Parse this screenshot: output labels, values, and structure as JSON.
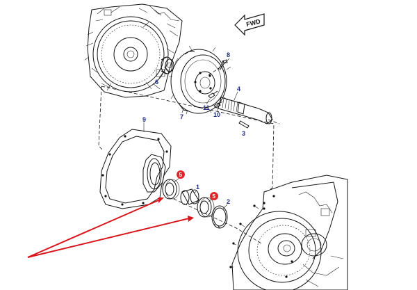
{
  "orientation": {
    "label": "FWD"
  },
  "callouts": [
    {
      "id": "c1",
      "text": "1"
    },
    {
      "id": "c2",
      "text": "2"
    },
    {
      "id": "c4",
      "text": "4"
    },
    {
      "id": "c5a",
      "text": "5"
    },
    {
      "id": "c5b",
      "text": "5"
    },
    {
      "id": "c6",
      "text": "6"
    },
    {
      "id": "c7",
      "text": "7"
    },
    {
      "id": "c8",
      "text": "8"
    },
    {
      "id": "c9",
      "text": "9"
    },
    {
      "id": "c10",
      "text": "10"
    },
    {
      "id": "c11",
      "text": "11"
    }
  ],
  "colors": {
    "callout_text": "#1d2a86",
    "badge_fill": "#e0262b",
    "arrow": "#d8151b",
    "line": "#111111"
  }
}
